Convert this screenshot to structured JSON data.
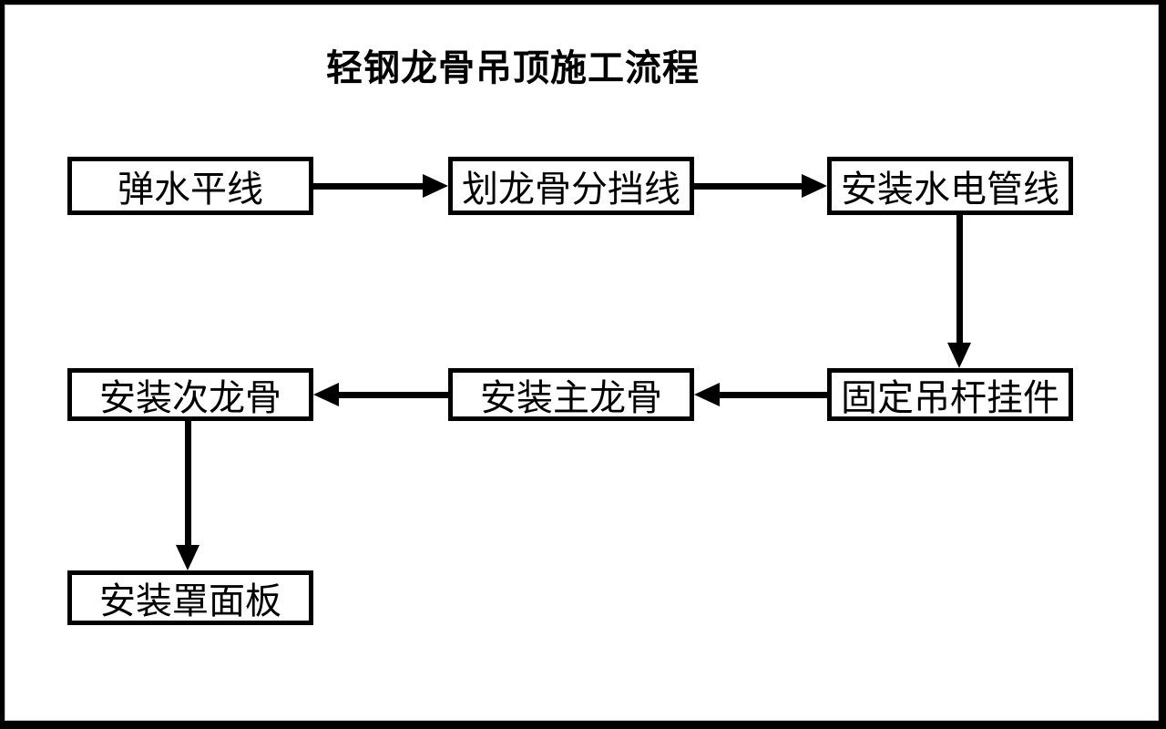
{
  "diagram": {
    "title": "轻钢龙骨吊顶施工流程",
    "nodes": [
      {
        "id": "snap-level-line",
        "label": "弹水平线"
      },
      {
        "id": "mark-keel-division-lines",
        "label": "划龙骨分挡线"
      },
      {
        "id": "install-water-electric-pipes",
        "label": "安装水电管线"
      },
      {
        "id": "fix-hanger-rod-fittings",
        "label": "固定吊杆挂件"
      },
      {
        "id": "install-main-keel",
        "label": "安装主龙骨"
      },
      {
        "id": "install-secondary-keel",
        "label": "安装次龙骨"
      },
      {
        "id": "install-cover-panel",
        "label": "安装罩面板"
      }
    ],
    "edges": [
      {
        "from": "snap-level-line",
        "to": "mark-keel-division-lines",
        "direction": "right"
      },
      {
        "from": "mark-keel-division-lines",
        "to": "install-water-electric-pipes",
        "direction": "right"
      },
      {
        "from": "install-water-electric-pipes",
        "to": "fix-hanger-rod-fittings",
        "direction": "down"
      },
      {
        "from": "fix-hanger-rod-fittings",
        "to": "install-main-keel",
        "direction": "left"
      },
      {
        "from": "install-main-keel",
        "to": "install-secondary-keel",
        "direction": "left"
      },
      {
        "from": "install-secondary-keel",
        "to": "install-cover-panel",
        "direction": "down"
      }
    ],
    "colors": {
      "line": "#000000",
      "text": "#000000",
      "background": "#ffffff"
    }
  }
}
